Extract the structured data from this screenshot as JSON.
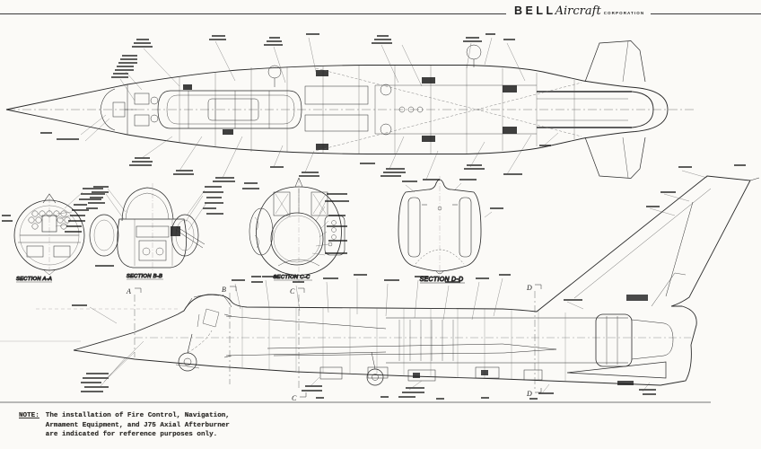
{
  "header": {
    "brand_bold": "BELL",
    "brand_script": "Aircraft",
    "brand_small": "CORPORATION"
  },
  "note": {
    "label": "NOTE:",
    "line1": "The installation of Fire Control, Navigation,",
    "line2": "Armament Equipment, and J75 Axial Afterburner",
    "line3": "are indicated for reference purposes only."
  },
  "sections": {
    "a": "SECTION A-A",
    "b": "SECTION B-B",
    "c": "SECTION C-C",
    "d": "SECTION D-D"
  },
  "cut_markers": {
    "a": "A",
    "b": "B",
    "c": "C",
    "d": "D"
  },
  "colors": {
    "ink": "#2b2b2b",
    "paper": "#fbfaf7"
  }
}
